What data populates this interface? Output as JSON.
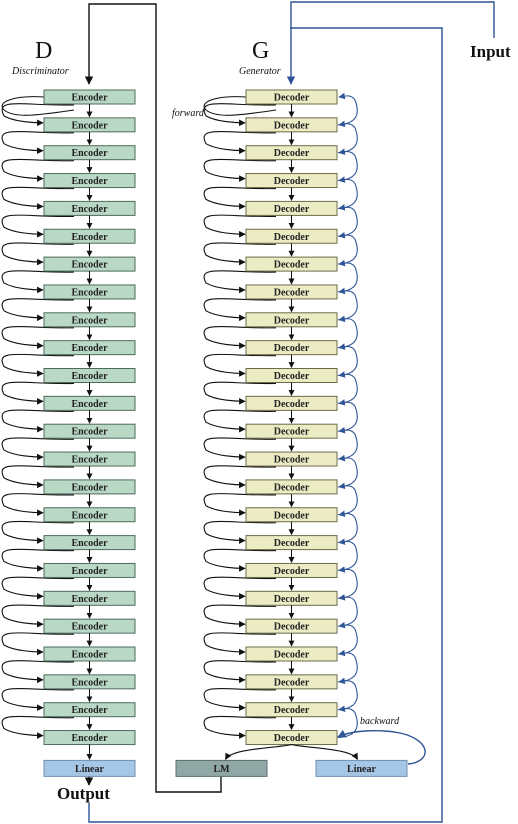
{
  "discriminator": {
    "letter": "D",
    "name": "Discriminator",
    "block_label": "Encoder",
    "block_count": 24,
    "head_label": "Linear",
    "output_label": "Output"
  },
  "generator": {
    "letter": "G",
    "name": "Generator",
    "block_label": "Decoder",
    "block_count": 24,
    "forward_label": "forward",
    "backward_label": "backward",
    "lm_label": "LM",
    "linear_label": "Linear",
    "input_label": "Input"
  },
  "colors": {
    "encoder_fill": "#b9d8c6",
    "encoder_stroke": "#4e6b5a",
    "decoder_fill": "#ececc4",
    "decoder_stroke": "#6b6b48",
    "head_fill": "#a6c6e6",
    "lm_fill": "#8fa8a6",
    "black_line": "#111111",
    "blue_line": "#2f5597"
  }
}
